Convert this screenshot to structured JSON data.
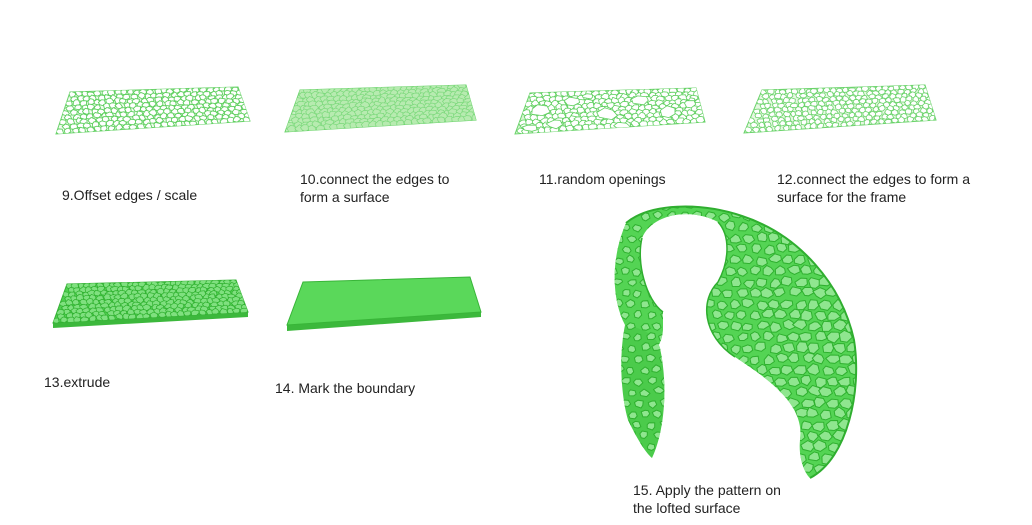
{
  "colors": {
    "line": "#6bd36b",
    "line_dark": "#36b236",
    "fill_light": "#d8f5d4",
    "fill_solid": "#55d155",
    "fill_side": "#3cb83c",
    "surface": "#56d656",
    "surface_deep": "#2fb52f"
  },
  "steps": [
    {
      "id": 9,
      "label_lines": [
        "9.Offset edges / scale"
      ],
      "kind": "offset-mesh"
    },
    {
      "id": 10,
      "label_lines": [
        "10.connect the edges to",
        "form a surface"
      ],
      "kind": "surface-mesh"
    },
    {
      "id": 11,
      "label_lines": [
        "11.random openings"
      ],
      "kind": "mesh-openings"
    },
    {
      "id": 12,
      "label_lines": [
        "12.connect the edges to form a",
        "surface for the frame"
      ],
      "kind": "frame-mesh"
    },
    {
      "id": 13,
      "label_lines": [
        "13.extrude"
      ],
      "kind": "extruded-mesh"
    },
    {
      "id": 14,
      "label_lines": [
        "14. Mark the boundary"
      ],
      "kind": "boundary-slab"
    },
    {
      "id": 15,
      "label_lines": [
        "15. Apply the pattern on",
        "the lofted surface"
      ],
      "kind": "lofted-surface"
    }
  ]
}
